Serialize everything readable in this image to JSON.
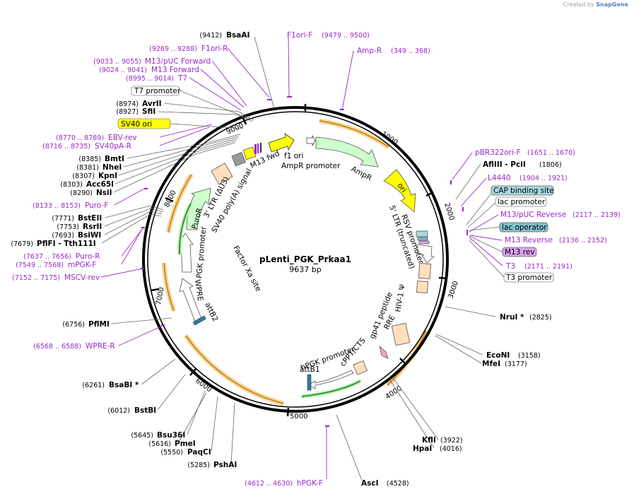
{
  "credit": {
    "prefix": "Created by",
    "brand": "SnapGene"
  },
  "plasmid": {
    "name": "pLenti_PGK_Prkaa1",
    "size_label": "9637 bp",
    "length": 9637
  },
  "ticks": [
    "1000",
    "2000",
    "3000",
    "4000",
    "5000",
    "6000",
    "7000",
    "8000",
    "9000"
  ],
  "enzymes": [
    {
      "name": "BsaAI",
      "pos": "(9412)"
    },
    {
      "name": "AvrII",
      "pos": "(8974)"
    },
    {
      "name": "SfiI",
      "pos": "(8927)"
    },
    {
      "name": "BmtI",
      "pos": "(8385)"
    },
    {
      "name": "NheI",
      "pos": "(8381)"
    },
    {
      "name": "KpnI",
      "pos": "(8307)"
    },
    {
      "name": "Acc65I",
      "pos": "(8303)"
    },
    {
      "name": "NsiI",
      "pos": "(8290)"
    },
    {
      "name": "BstEII",
      "pos": "(7771)"
    },
    {
      "name": "RsrII",
      "pos": "(7753)"
    },
    {
      "name": "BsiWI",
      "pos": "(7693)"
    },
    {
      "name": "PflFI  - Tth111I",
      "pos": "(7679)"
    },
    {
      "name": "PflMI",
      "pos": "(6756)"
    },
    {
      "name": "BsaBI *",
      "pos": "(6261)"
    },
    {
      "name": "BstBI",
      "pos": "(6012)"
    },
    {
      "name": "Bsu36I",
      "pos": "(5645)"
    },
    {
      "name": "PmeI",
      "pos": "(5616)"
    },
    {
      "name": "PaqCI",
      "pos": "(5550)"
    },
    {
      "name": "PshAI",
      "pos": "(5285)"
    },
    {
      "name": "AscI",
      "pos": "(4528)"
    },
    {
      "name": "HpaI",
      "pos": "(4016)"
    },
    {
      "name": "KflI",
      "pos": "(3922)"
    },
    {
      "name": "MfeI",
      "pos": "(3177)"
    },
    {
      "name": "EcoNI",
      "pos": "(3158)"
    },
    {
      "name": "NruI *",
      "pos": "(2825)"
    },
    {
      "name": "AflIII  - PciI",
      "pos": "(1806)"
    }
  ],
  "primers": [
    {
      "name": "F1ori-F",
      "pos": "(9479 .. 9500)"
    },
    {
      "name": "F1ori-R",
      "pos": "(9269 .. 9288)"
    },
    {
      "name": "M13/pUC Forward",
      "pos": "(9033 .. 9055)"
    },
    {
      "name": "M13 Forward",
      "pos": "(9024 .. 9041)"
    },
    {
      "name": "T7",
      "pos": "(8995 .. 9014)"
    },
    {
      "name": "EBV-rev",
      "pos": "(8770 .. 8789)"
    },
    {
      "name": "SV40pA-R",
      "pos": "(8716 .. 8735)"
    },
    {
      "name": "Puro-F",
      "pos": "(8133 .. 8153)"
    },
    {
      "name": "Puro-R",
      "pos": "(7637 .. 7656)"
    },
    {
      "name": "mPGK-F",
      "pos": "(7549 .. 7568)"
    },
    {
      "name": "MSCV-rev",
      "pos": "(7152 .. 7175)"
    },
    {
      "name": "WPRE-R",
      "pos": "(6568 .. 6588)"
    },
    {
      "name": "hPGK-F",
      "pos": "(4612 .. 4630)"
    },
    {
      "name": "Amp-R",
      "pos": "(349 .. 368)"
    },
    {
      "name": "pBR322ori-F",
      "pos": "(1651 .. 1670)"
    },
    {
      "name": "L4440",
      "pos": "(1904 .. 1921)"
    },
    {
      "name": "M13/pUC Reverse",
      "pos": "(2117 .. 2139)"
    },
    {
      "name": "M13 Reverse",
      "pos": "(2136 .. 2152)"
    },
    {
      "name": "T3",
      "pos": "(2171 .. 2191)"
    }
  ],
  "boxed_labels": [
    {
      "text": "T7 promoter",
      "color": "#ffffff"
    },
    {
      "text": "SV40 ori",
      "color": "#ffff00"
    },
    {
      "text": "CAP binding site",
      "color": "#a9d6de"
    },
    {
      "text": "lac promoter",
      "color": "#ffffff"
    },
    {
      "text": "lac operator",
      "color": "#7fc0cc"
    },
    {
      "text": "M13 rev",
      "color": "#d9a3ea"
    },
    {
      "text": "T3 promoter",
      "color": "#ffffff"
    }
  ],
  "features": [
    "M13 fwd",
    "f1 ori",
    "AmpR promoter",
    "AmpR",
    "ori",
    "RSV promoter",
    "5' LTR (truncated)",
    "HIV-1 Ψ",
    "gp41 peptide",
    "RRE",
    "cPPT/CTS",
    "hPGK promoter",
    "attB1",
    "attB2",
    "WPRE",
    "PGK promoter",
    "PuroR",
    "3' LTR (ΔU3)",
    "SV40 poly(A) signal",
    "Factor Xa site"
  ],
  "colors": {
    "primer": "#9a28c8",
    "promoter": "#ffffff",
    "ori": "#ffff00",
    "cds_light": "#ccffcc",
    "ltr": "#ffe0bb",
    "orf": "#f0a64a",
    "ring": "#000000"
  }
}
